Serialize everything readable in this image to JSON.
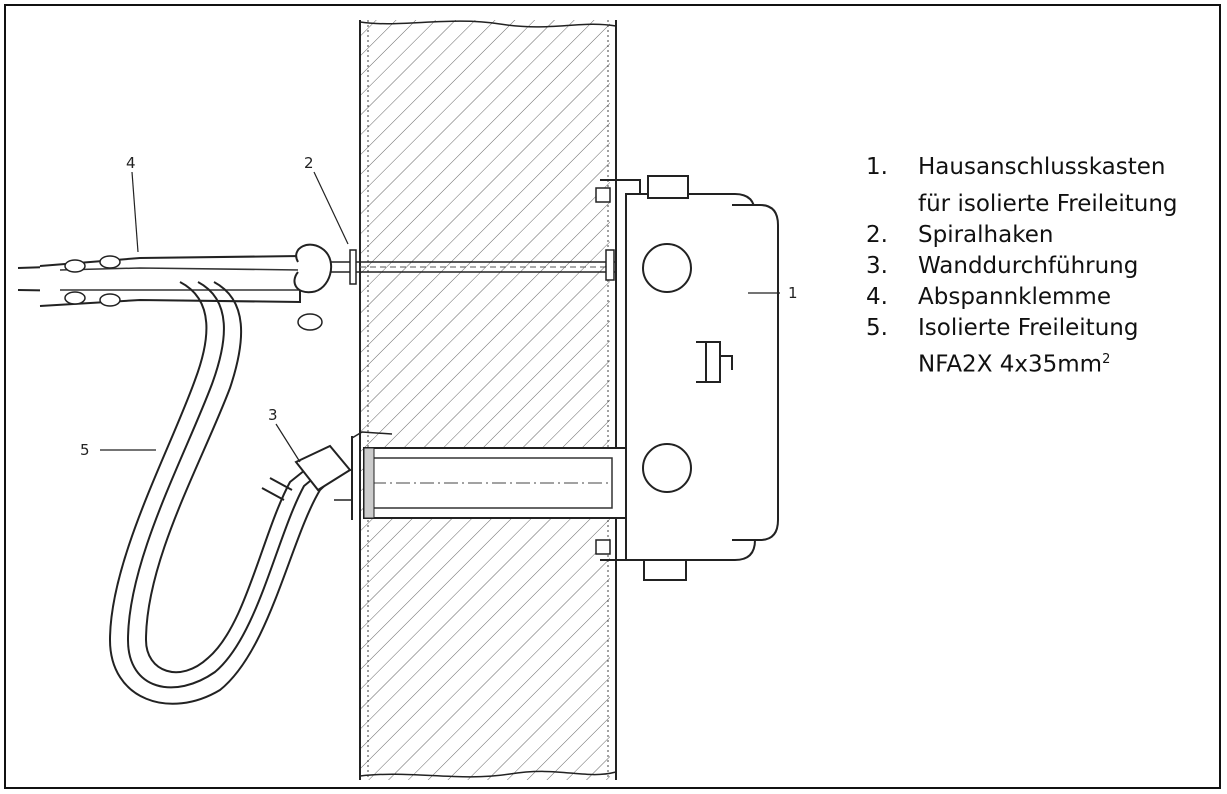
{
  "diagram": {
    "callouts": [
      "1",
      "2",
      "3",
      "4",
      "5"
    ],
    "legend": [
      {
        "num": "1.",
        "lines": [
          "Hausanschlusskasten",
          "für isolierte Freileitung"
        ]
      },
      {
        "num": "2.",
        "lines": [
          "Spiralhaken"
        ]
      },
      {
        "num": "3.",
        "lines": [
          "Wanddurchführung"
        ]
      },
      {
        "num": "4.",
        "lines": [
          "Abspannklemme"
        ]
      },
      {
        "num": "5.",
        "lines": [
          "Isolierte Freileitung",
          "NFA2X 4x35mm"
        ]
      }
    ],
    "superscript": "2",
    "colors": {
      "line": "#222222",
      "hatch": "#555555",
      "background": "#ffffff"
    }
  }
}
